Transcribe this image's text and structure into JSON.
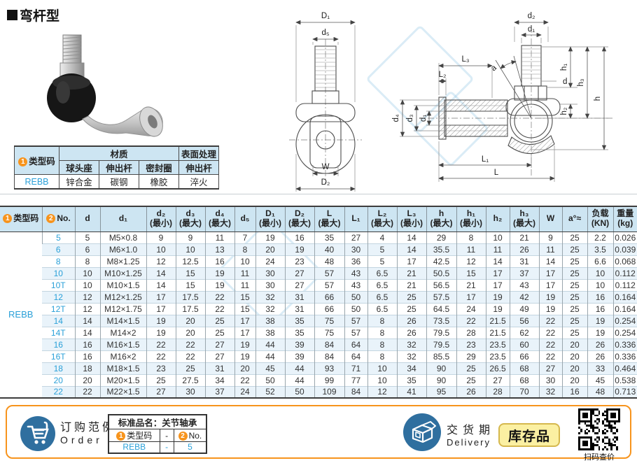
{
  "page": {
    "title": "弯杆型"
  },
  "colors": {
    "accent_orange": "#F7941D",
    "link_blue": "#2AA0D8",
    "table_header_bg": "#CDE5F2",
    "stock_yellow": "#FBF0A2",
    "icon_blue": "#2F6F9F"
  },
  "material_table": {
    "badge1": "1",
    "type_code_label": "类型码",
    "material_label": "材质",
    "surface_label": "表面处理",
    "sub_headers": [
      "球头座",
      "伸出杆",
      "密封圈",
      "伸出杆"
    ],
    "type_code_value": "REBB",
    "values": [
      "锌合金",
      "碳钢",
      "橡胶",
      "淬火"
    ]
  },
  "drawings": {
    "front": {
      "D1": "D₁",
      "d5": "d₅",
      "W": "W",
      "D2": "D₂"
    },
    "side": {
      "d2": "d₂",
      "d1_top": "d₁",
      "L3": "L₃",
      "L2": "L₂",
      "d4": "d₄",
      "d3": "d₃",
      "d1_left": "d₁",
      "alpha": "a",
      "d": "d",
      "h1": "h₁",
      "h2": "h₂",
      "h3": "h₃",
      "h": "h",
      "L1": "L₁",
      "L": "L"
    }
  },
  "big_table": {
    "type_code": "REBB",
    "columns": [
      {
        "key": "type_code",
        "badge": "1",
        "label": "类型码"
      },
      {
        "key": "no",
        "badge": "2",
        "label": "No."
      },
      {
        "key": "d",
        "label": "d"
      },
      {
        "key": "d1",
        "label": "d₁"
      },
      {
        "key": "d2",
        "label": "d₂\n(最小)"
      },
      {
        "key": "d3",
        "label": "d₃\n(最大)"
      },
      {
        "key": "d4",
        "label": "d₄\n(最大)"
      },
      {
        "key": "d5",
        "label": "d₅"
      },
      {
        "key": "D1",
        "label": "D₁\n(最小)"
      },
      {
        "key": "D2",
        "label": "D₂\n(最大)"
      },
      {
        "key": "L",
        "label": "L\n(最大)"
      },
      {
        "key": "L1",
        "label": "L₁"
      },
      {
        "key": "L2",
        "label": "L₂\n(最大)"
      },
      {
        "key": "L3",
        "label": "L₃\n(最小)"
      },
      {
        "key": "h",
        "label": "h\n(最大)"
      },
      {
        "key": "h1",
        "label": "h₁\n(最小)"
      },
      {
        "key": "h2",
        "label": "h₂"
      },
      {
        "key": "h3",
        "label": "h₃\n(最大)"
      },
      {
        "key": "W",
        "label": "W"
      },
      {
        "key": "a",
        "label": "a°≈"
      },
      {
        "key": "load",
        "label": "负载\n(KN)"
      },
      {
        "key": "weight",
        "label": "重量\n(kg)"
      }
    ],
    "rows": [
      [
        "5",
        "5",
        "M5×0.8",
        "9",
        "9",
        "11",
        "7",
        "19",
        "16",
        "35",
        "27",
        "4",
        "14",
        "29",
        "8",
        "10",
        "21",
        "9",
        "25",
        "2.2",
        "0.026"
      ],
      [
        "6",
        "6",
        "M6×1.0",
        "10",
        "10",
        "13",
        "8",
        "20",
        "19",
        "40",
        "30",
        "5",
        "14",
        "35.5",
        "11",
        "11",
        "26",
        "11",
        "25",
        "3.5",
        "0.039"
      ],
      [
        "8",
        "8",
        "M8×1.25",
        "12",
        "12.5",
        "16",
        "10",
        "24",
        "23",
        "48",
        "36",
        "5",
        "17",
        "42.5",
        "12",
        "14",
        "31",
        "14",
        "25",
        "6.6",
        "0.068"
      ],
      [
        "10",
        "10",
        "M10×1.25",
        "14",
        "15",
        "19",
        "11",
        "30",
        "27",
        "57",
        "43",
        "6.5",
        "21",
        "50.5",
        "15",
        "17",
        "37",
        "17",
        "25",
        "10",
        "0.112"
      ],
      [
        "10T",
        "10",
        "M10×1.5",
        "14",
        "15",
        "19",
        "11",
        "30",
        "27",
        "57",
        "43",
        "6.5",
        "21",
        "56.5",
        "21",
        "17",
        "43",
        "17",
        "25",
        "10",
        "0.112"
      ],
      [
        "12",
        "12",
        "M12×1.25",
        "17",
        "17.5",
        "22",
        "15",
        "32",
        "31",
        "66",
        "50",
        "6.5",
        "25",
        "57.5",
        "17",
        "19",
        "42",
        "19",
        "25",
        "16",
        "0.164"
      ],
      [
        "12T",
        "12",
        "M12×1.75",
        "17",
        "17.5",
        "22",
        "15",
        "32",
        "31",
        "66",
        "50",
        "6.5",
        "25",
        "64.5",
        "24",
        "19",
        "49",
        "19",
        "25",
        "16",
        "0.164"
      ],
      [
        "14",
        "14",
        "M14×1.5",
        "19",
        "20",
        "25",
        "17",
        "38",
        "35",
        "75",
        "57",
        "8",
        "26",
        "73.5",
        "22",
        "21.5",
        "56",
        "22",
        "25",
        "19",
        "0.254"
      ],
      [
        "14T",
        "14",
        "M14×2",
        "19",
        "20",
        "25",
        "17",
        "38",
        "35",
        "75",
        "57",
        "8",
        "26",
        "79.5",
        "28",
        "21.5",
        "62",
        "22",
        "25",
        "19",
        "0.254"
      ],
      [
        "16",
        "16",
        "M16×1.5",
        "22",
        "22",
        "27",
        "19",
        "44",
        "39",
        "84",
        "64",
        "8",
        "32",
        "79.5",
        "23",
        "23.5",
        "60",
        "22",
        "20",
        "26",
        "0.336"
      ],
      [
        "16T",
        "16",
        "M16×2",
        "22",
        "22",
        "27",
        "19",
        "44",
        "39",
        "84",
        "64",
        "8",
        "32",
        "85.5",
        "29",
        "23.5",
        "66",
        "22",
        "20",
        "26",
        "0.336"
      ],
      [
        "18",
        "18",
        "M18×1.5",
        "23",
        "25",
        "31",
        "20",
        "45",
        "44",
        "93",
        "71",
        "10",
        "34",
        "90",
        "25",
        "26.5",
        "68",
        "27",
        "20",
        "33",
        "0.464"
      ],
      [
        "20",
        "20",
        "M20×1.5",
        "25",
        "27.5",
        "34",
        "22",
        "50",
        "44",
        "99",
        "77",
        "10",
        "35",
        "90",
        "25",
        "27",
        "68",
        "30",
        "20",
        "45",
        "0.538"
      ],
      [
        "22",
        "22",
        "M22×1.5",
        "27",
        "30",
        "37",
        "24",
        "52",
        "50",
        "109",
        "84",
        "12",
        "41",
        "95",
        "26",
        "28",
        "70",
        "32",
        "16",
        "48",
        "0.713"
      ]
    ]
  },
  "footer": {
    "order": {
      "cn": "订购范例",
      "en": "Order"
    },
    "order_table": {
      "title": "标准品名：关节轴承",
      "badge1": "1",
      "col1": "类型码",
      "dash": "-",
      "badge2": "2",
      "col2": "No.",
      "val1": "REBB",
      "val_dash": "-",
      "val2": "5"
    },
    "delivery": {
      "cn": "交货期",
      "en": "Delivery"
    },
    "stock_label": "库存品",
    "qr_caption": "扫码查价"
  }
}
